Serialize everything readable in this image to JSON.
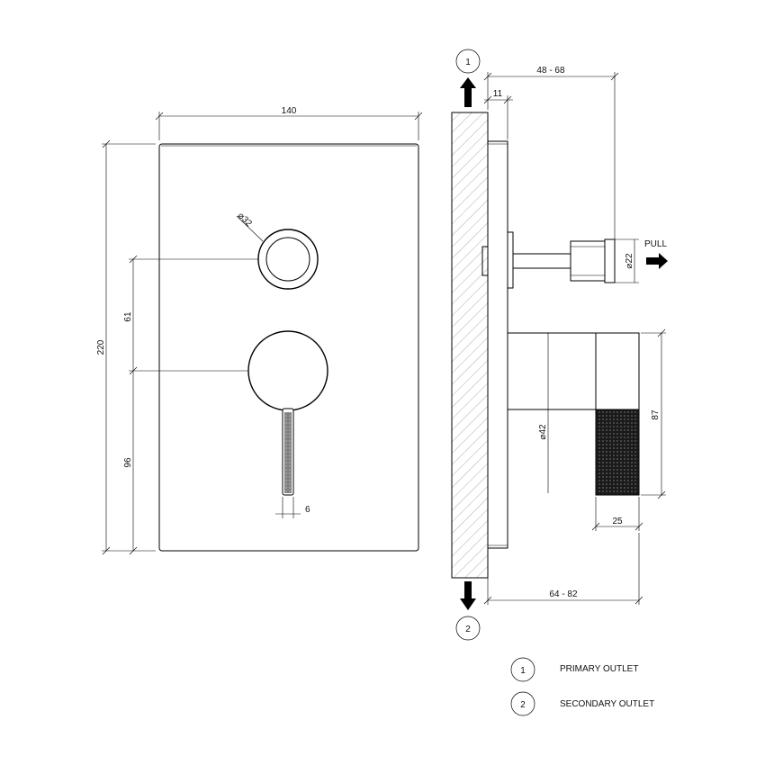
{
  "front_view": {
    "width_label": "140",
    "height_label": "220",
    "dim_upper_label": "61",
    "dim_lower_label": "96",
    "diverter_diameter_label": "⌀32",
    "lever_width_label": "6"
  },
  "side_view": {
    "depth_range_label": "48 - 68",
    "plate_thickness_label": "11",
    "pull_label": "PULL",
    "knob_diameter_label": "⌀22",
    "handle_diameter_label": "⌀42",
    "handle_height_label": "87",
    "handle_knurl_label": "25",
    "lever_depth_range_label": "64 - 82"
  },
  "outlets": {
    "top_number": "1",
    "bottom_number": "2"
  },
  "legend": {
    "items": [
      {
        "number": "1",
        "label": "PRIMARY OUTLET"
      },
      {
        "number": "2",
        "label": "SECONDARY OUTLET"
      }
    ]
  }
}
